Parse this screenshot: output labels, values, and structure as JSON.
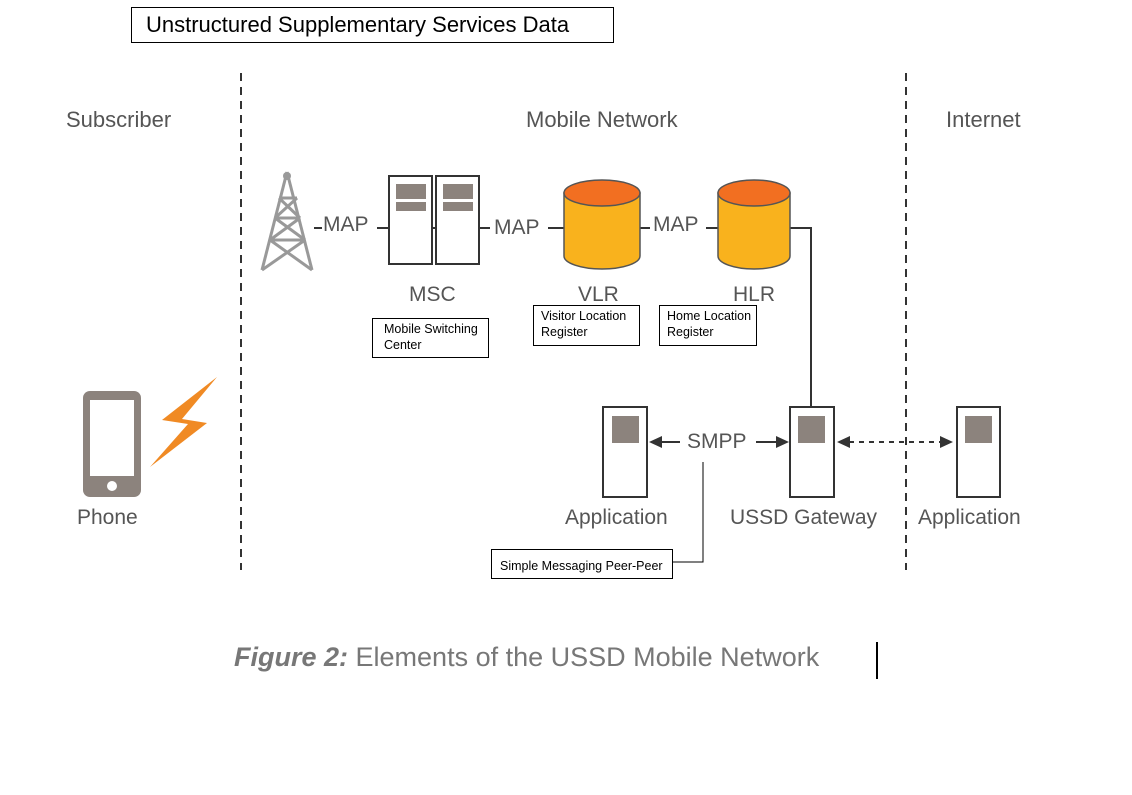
{
  "title": "Unstructured Supplementary Services Data",
  "zones": {
    "subscriber": "Subscriber",
    "mobile_network": "Mobile Network",
    "internet": "Internet"
  },
  "links": {
    "map_1": "MAP",
    "map_2": "MAP",
    "map_3": "MAP",
    "smpp": "SMPP"
  },
  "nodes": {
    "msc": "MSC",
    "vlr": "VLR",
    "hlr": "HLR",
    "phone": "Phone",
    "application_left": "Application",
    "ussd_gateway": "USSD Gateway",
    "application_right": "Application"
  },
  "notes": {
    "msc": [
      "Mobile Switching",
      "Center"
    ],
    "vlr": [
      "Visitor Location",
      "Register"
    ],
    "hlr": [
      "Home Location",
      "Register"
    ],
    "smpp": "Simple Messaging Peer-Peer"
  },
  "caption": {
    "prefix": "Figure 2:",
    "text": " Elements of the USSD Mobile Network"
  },
  "colors": {
    "server_gray": "#8c837d",
    "db_body": "#f9b21d",
    "db_top": "#f26f21",
    "bolt": "#f08a24"
  }
}
